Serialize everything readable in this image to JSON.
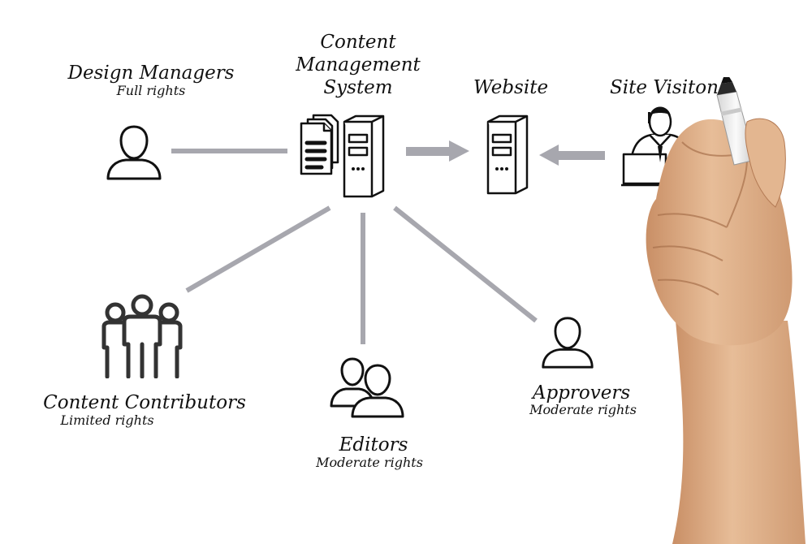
{
  "diagram": {
    "cms": {
      "title_lines": [
        "Content",
        "Management",
        "System"
      ],
      "icon": "server-with-documents-icon"
    },
    "website": {
      "title": "Website",
      "icon": "server-icon"
    },
    "site_visitor": {
      "title": "Site Visiton",
      "icon": "person-at-laptop-icon"
    },
    "design_managers": {
      "title": "Design Managers",
      "subtitle": "Full rights",
      "icon": "person-icon"
    },
    "content_contributors": {
      "title": "Content Contributors",
      "subtitle": "Limited rights",
      "icon": "group-icon"
    },
    "editors": {
      "title": "Editors",
      "subtitle": "Moderate rights",
      "icon": "two-persons-icon"
    },
    "approvers": {
      "title": "Approvers",
      "subtitle": "Moderate rights",
      "icon": "person-icon"
    },
    "colors": {
      "connector": "#a7a7ae",
      "ink": "#111111",
      "skin": "#e2b58e"
    },
    "hand_holding_marker": true
  }
}
